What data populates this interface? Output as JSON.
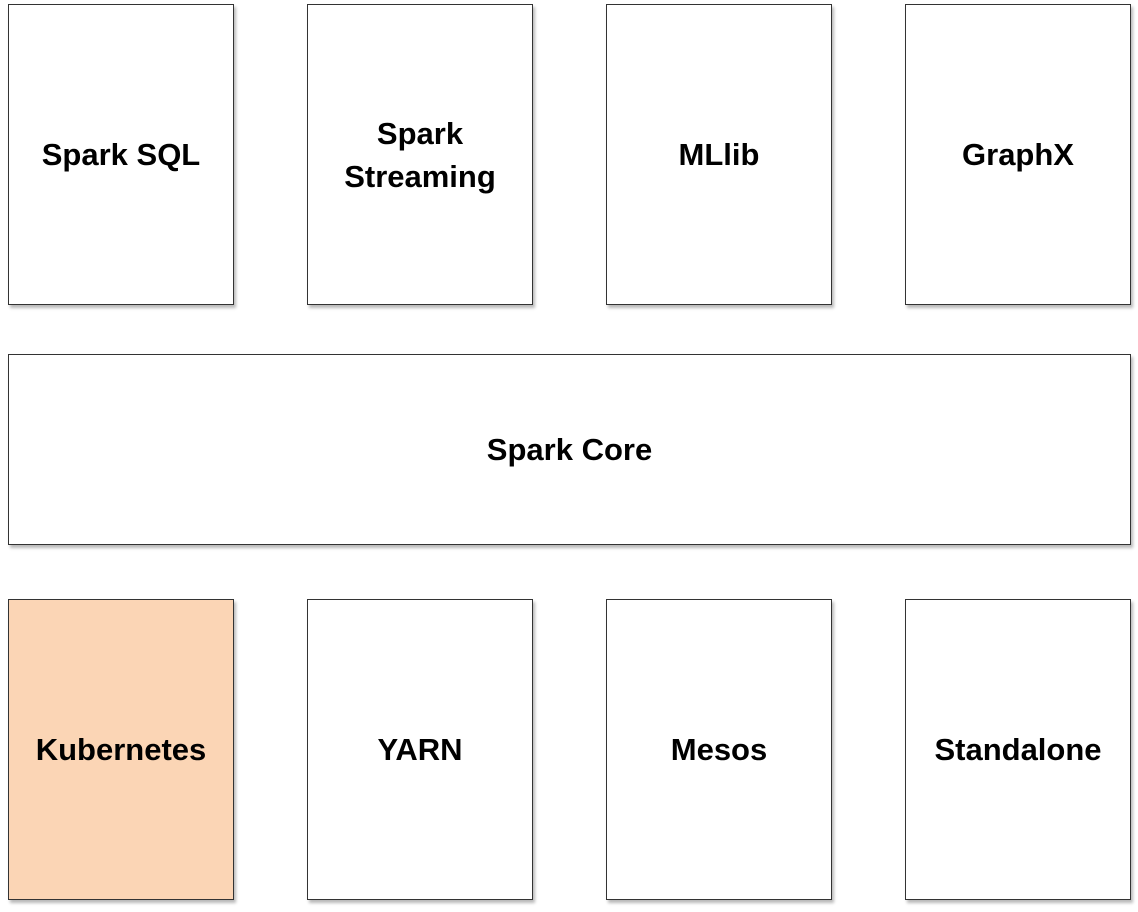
{
  "libraries": [
    {
      "label": "Spark SQL"
    },
    {
      "label": "Spark\nStreaming"
    },
    {
      "label": "MLlib"
    },
    {
      "label": "GraphX"
    }
  ],
  "core": {
    "label": "Spark Core"
  },
  "cluster_managers": [
    {
      "label": "Kubernetes",
      "fill": "#fbd5b5"
    },
    {
      "label": "YARN",
      "fill": "#ffffff"
    },
    {
      "label": "Mesos",
      "fill": "#ffffff"
    },
    {
      "label": "Standalone",
      "fill": "#ffffff"
    }
  ],
  "colors": {
    "border": "#333333",
    "default_fill": "#ffffff",
    "highlight_fill": "#fbd5b5"
  }
}
